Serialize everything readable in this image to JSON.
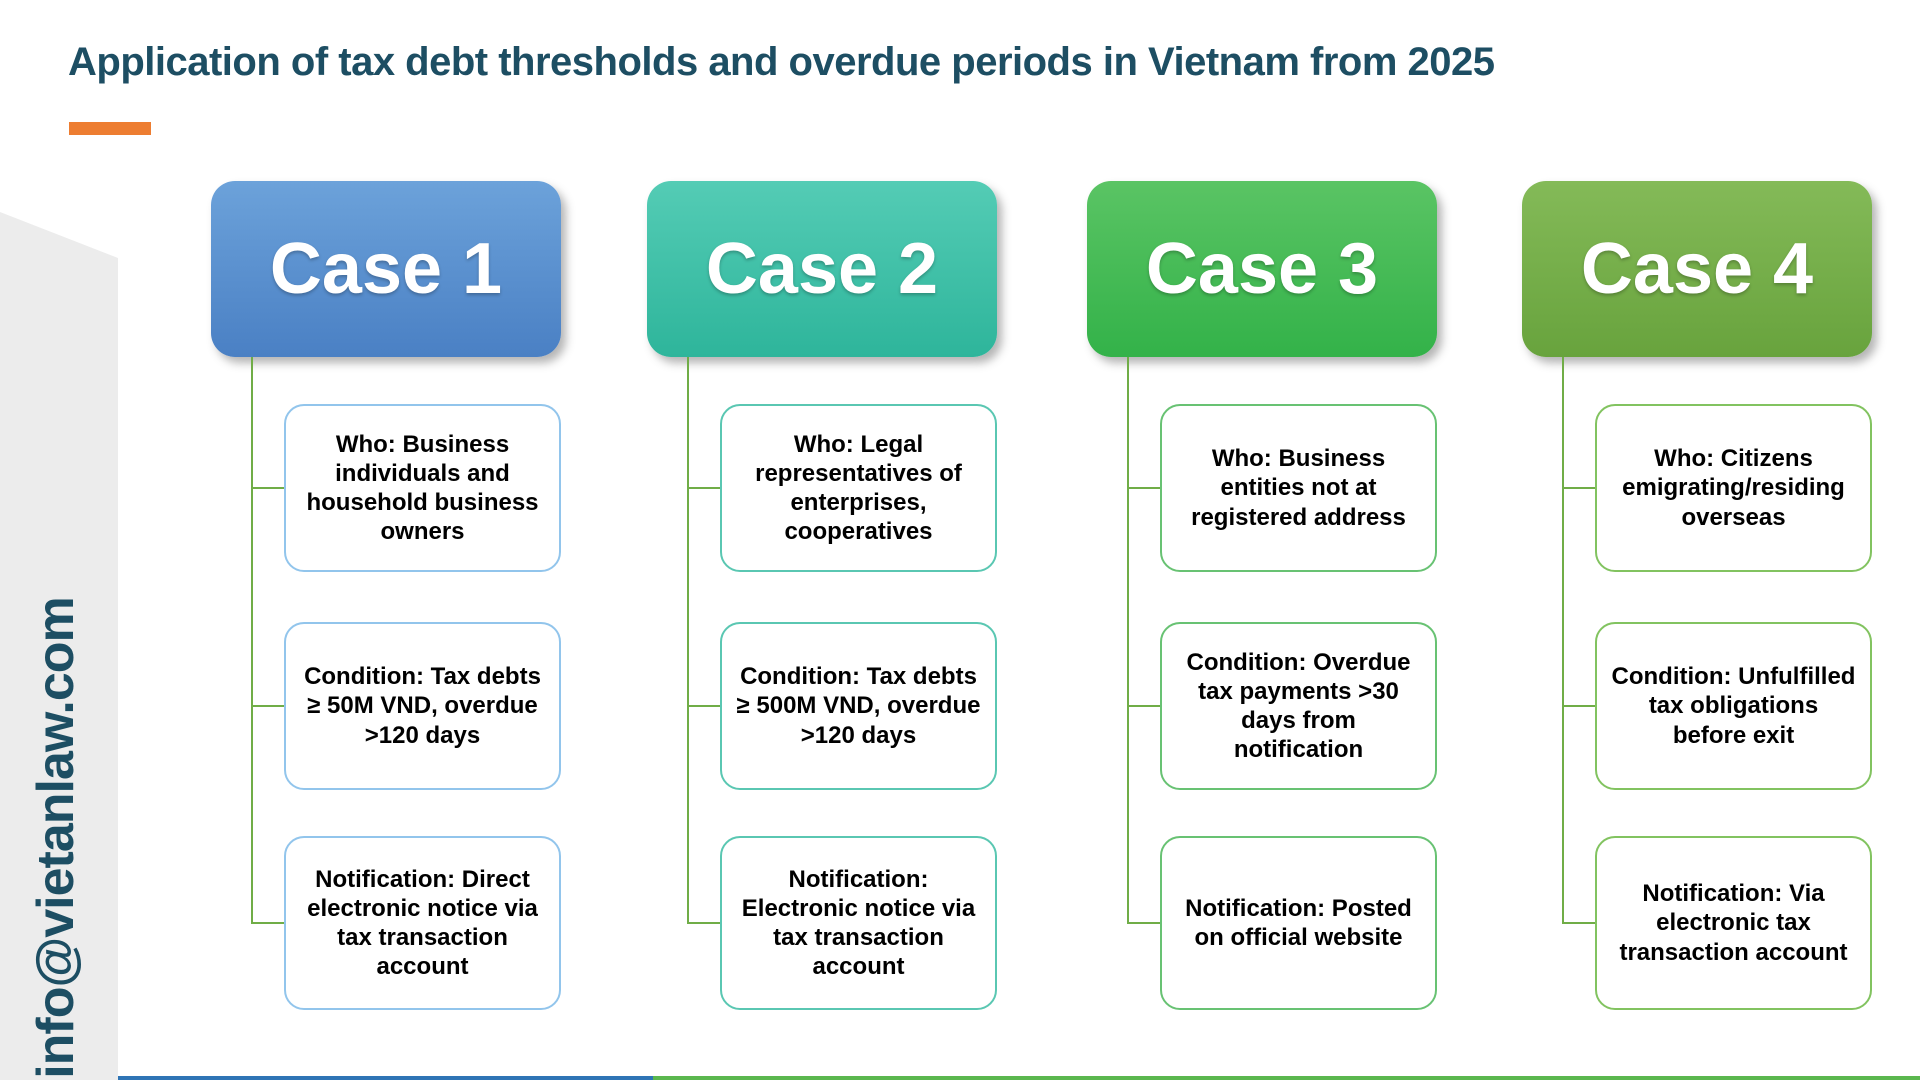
{
  "header": {
    "title": "Application of tax debt thresholds and overdue periods in Vietnam from 2025",
    "title_color": "#1D4E63",
    "accent_bar_color": "#ED7D31"
  },
  "sidebar": {
    "email": "info@vietanlaw.com",
    "bg_color": "#ECECEC",
    "text_color": "#1D4E63"
  },
  "connector_color": "#70AD47",
  "footer": {
    "left_strip_color": "#2E74B5",
    "right_strip_color": "#5BB74E"
  },
  "cases": [
    {
      "title": "Case 1",
      "colors": {
        "top": "#6CA2DA",
        "bottom": "#4A80C4",
        "box_border": "#92C5EC"
      },
      "boxes": [
        "Who: Business individuals and household business owners",
        "Condition: Tax debts ≥ 50M VND, overdue >120 days",
        "Notification: Direct electronic notice via tax transaction account"
      ]
    },
    {
      "title": "Case 2",
      "colors": {
        "top": "#54CCB5",
        "bottom": "#2EB59B",
        "box_border": "#5AC7B2"
      },
      "boxes": [
        "Who: Legal representatives of enterprises, cooperatives",
        "Condition: Tax debts ≥ 500M VND, overdue >120 days",
        "Notification: Electronic notice via tax transaction account"
      ]
    },
    {
      "title": "Case 3",
      "colors": {
        "top": "#5AC464",
        "bottom": "#33B249",
        "box_border": "#68C273"
      },
      "boxes": [
        "Who: Business entities not at registered address",
        "Condition: Overdue tax payments >30 days from notification",
        "Notification: Posted on official website"
      ]
    },
    {
      "title": "Case 4",
      "colors": {
        "top": "#84BA58",
        "bottom": "#68A33D",
        "box_border": "#82C360"
      },
      "boxes": [
        "Who: Citizens emigrating/residing overseas",
        "Condition: Unfulfilled tax obligations before exit",
        "Notification: Via electronic tax transaction account"
      ]
    }
  ]
}
